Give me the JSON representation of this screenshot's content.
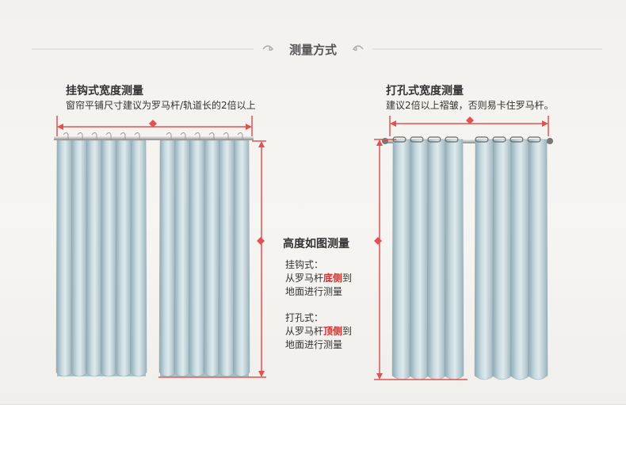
{
  "heading": "测量方式",
  "hook": {
    "title": "挂钩式宽度测量",
    "desc": "窗帘平铺尺寸建议为罗马杆/轨道长的2倍以上"
  },
  "grommet": {
    "title": "打孔式宽度测量",
    "desc": "建议2倍以上褶皱，否则易卡住罗马杆。"
  },
  "height": {
    "title": "高度如图测量",
    "hook_label": "挂钩式：",
    "hook_line1_pre": "从罗马杆",
    "hook_line1_red": "底侧",
    "hook_line1_post": "到",
    "hook_line2": "地面进行测量",
    "grommet_label": "打孔式：",
    "grommet_line1_pre": "从罗马杆",
    "grommet_line1_red": "顶侧",
    "grommet_line1_post": "到",
    "grommet_line2": "地面进行测量"
  },
  "colors": {
    "accent": "#e05252",
    "curtain": "#b3c9d1",
    "rod": "#c8c8c8"
  }
}
